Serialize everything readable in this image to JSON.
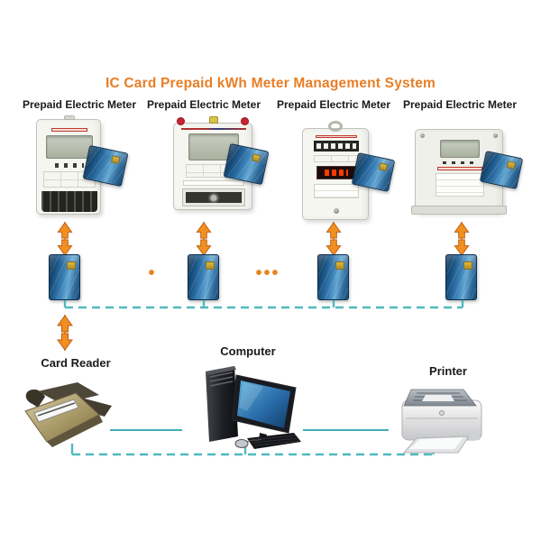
{
  "title": "IC Card Prepaid kWh Meter Management System",
  "meter_labels": [
    "Prepaid Electric Meter",
    "Prepaid Electric Meter",
    "Prepaid Electric Meter",
    "Prepaid Electric Meter"
  ],
  "separators": {
    "single_dot": "•",
    "triple_dots": "•••"
  },
  "devices": {
    "card_reader_label": "Card Reader",
    "computer_label": "Computer",
    "printer_label": "Printer"
  },
  "icons": {
    "transfer_arrows": "up-down-arrow-icon",
    "ic_cards": "ic-card-icon",
    "meters": "electric-meter-icon",
    "card_reader": "card-reader-icon",
    "computer": "desktop-computer-icon",
    "printer": "laser-printer-icon"
  },
  "colors": {
    "title_orange": "#E87E26",
    "arrow_orange": "#F1901F",
    "arrow_outline": "#C05A12",
    "dot_orange": "#E8821E",
    "connector_teal": "#4FB9BE",
    "card_blue": "#2E6DA4",
    "label_black": "#1A1A1A"
  }
}
